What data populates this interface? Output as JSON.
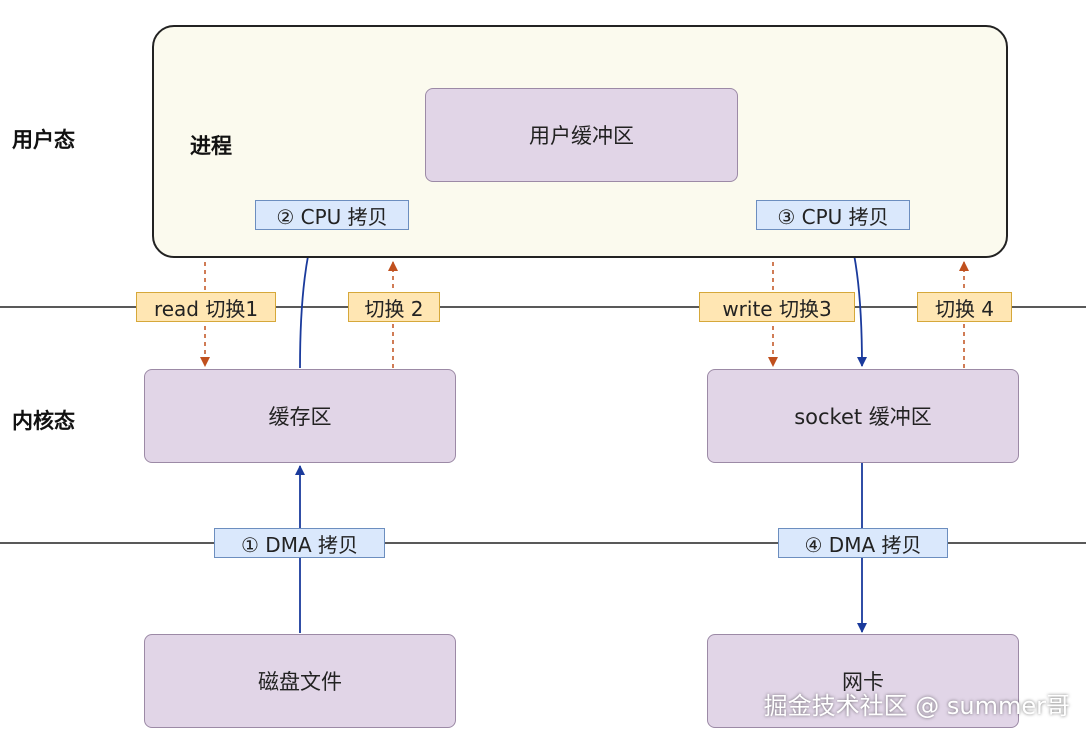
{
  "layers": {
    "user_mode": "用户态",
    "kernel_mode": "内核态"
  },
  "process": {
    "label": "进程",
    "user_buffer": "用户缓冲区"
  },
  "kernel": {
    "page_cache": "缓存区",
    "socket_buffer": "socket 缓冲区"
  },
  "hardware": {
    "disk_file": "磁盘文件",
    "nic": "网卡"
  },
  "copies": {
    "dma_copy_1": "① DMA 拷贝",
    "cpu_copy_2": "② CPU 拷贝",
    "cpu_copy_3": "③ CPU 拷贝",
    "dma_copy_4": "④ DMA 拷贝"
  },
  "switches": {
    "switch_1": "read 切换1",
    "switch_2": "切换 2",
    "switch_3": "write 切换3",
    "switch_4": "切换 4"
  },
  "colors": {
    "buffer_fill": "#e1d5e7",
    "process_fill": "#fbfaee",
    "copy_arrow": "#1a3a9c",
    "switch_arrow": "#c0501e",
    "copy_tag_fill": "#dae8fc",
    "switch_tag_fill": "#ffe6b3"
  },
  "watermark": "掘金技术社区 @ summer哥"
}
